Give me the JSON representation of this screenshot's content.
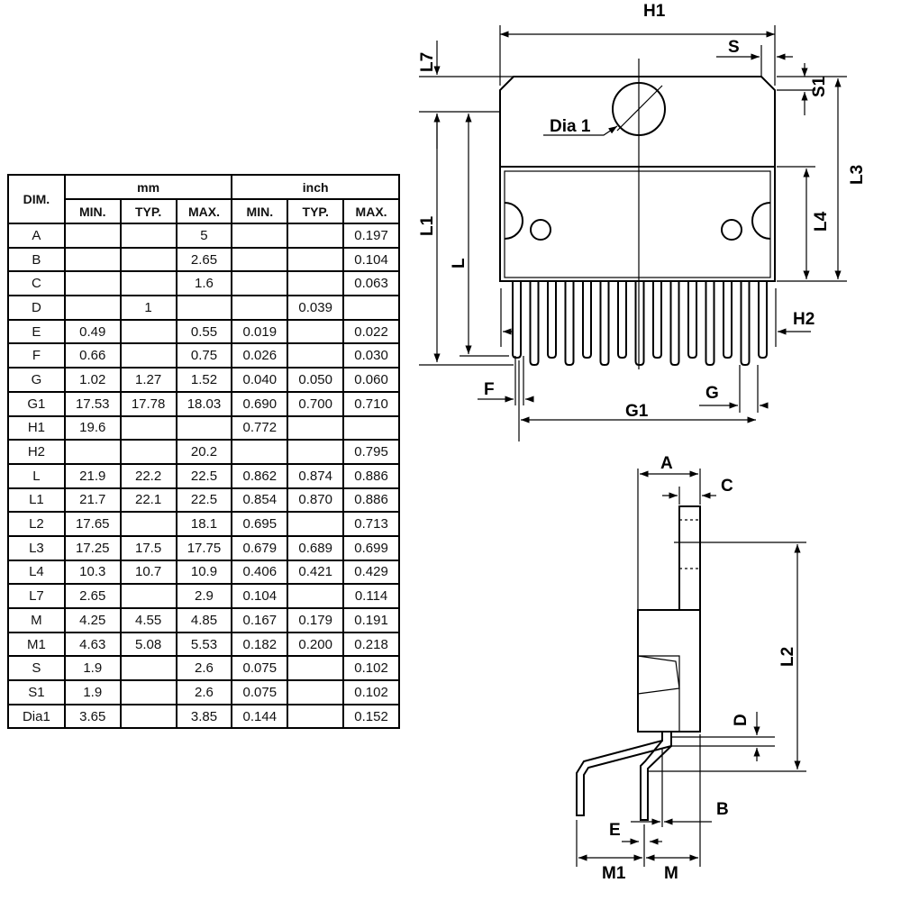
{
  "table": {
    "dim_header": "DIM.",
    "group_headers": [
      "mm",
      "inch"
    ],
    "sub_headers": [
      "MIN.",
      "TYP.",
      "MAX.",
      "MIN.",
      "TYP.",
      "MAX."
    ],
    "rows": [
      [
        "A",
        "",
        "",
        "5",
        "",
        "",
        "0.197"
      ],
      [
        "B",
        "",
        "",
        "2.65",
        "",
        "",
        "0.104"
      ],
      [
        "C",
        "",
        "",
        "1.6",
        "",
        "",
        "0.063"
      ],
      [
        "D",
        "",
        "1",
        "",
        "",
        "0.039",
        ""
      ],
      [
        "E",
        "0.49",
        "",
        "0.55",
        "0.019",
        "",
        "0.022"
      ],
      [
        "F",
        "0.66",
        "",
        "0.75",
        "0.026",
        "",
        "0.030"
      ],
      [
        "G",
        "1.02",
        "1.27",
        "1.52",
        "0.040",
        "0.050",
        "0.060"
      ],
      [
        "G1",
        "17.53",
        "17.78",
        "18.03",
        "0.690",
        "0.700",
        "0.710"
      ],
      [
        "H1",
        "19.6",
        "",
        "",
        "0.772",
        "",
        ""
      ],
      [
        "H2",
        "",
        "",
        "20.2",
        "",
        "",
        "0.795"
      ],
      [
        "L",
        "21.9",
        "22.2",
        "22.5",
        "0.862",
        "0.874",
        "0.886"
      ],
      [
        "L1",
        "21.7",
        "22.1",
        "22.5",
        "0.854",
        "0.870",
        "0.886"
      ],
      [
        "L2",
        "17.65",
        "",
        "18.1",
        "0.695",
        "",
        "0.713"
      ],
      [
        "L3",
        "17.25",
        "17.5",
        "17.75",
        "0.679",
        "0.689",
        "0.699"
      ],
      [
        "L4",
        "10.3",
        "10.7",
        "10.9",
        "0.406",
        "0.421",
        "0.429"
      ],
      [
        "L7",
        "2.65",
        "",
        "2.9",
        "0.104",
        "",
        "0.114"
      ],
      [
        "M",
        "4.25",
        "4.55",
        "4.85",
        "0.167",
        "0.179",
        "0.191"
      ],
      [
        "M1",
        "4.63",
        "5.08",
        "5.53",
        "0.182",
        "0.200",
        "0.218"
      ],
      [
        "S",
        "1.9",
        "",
        "2.6",
        "0.075",
        "",
        "0.102"
      ],
      [
        "S1",
        "1.9",
        "",
        "2.6",
        "0.075",
        "",
        "0.102"
      ],
      [
        "Dia1",
        "3.65",
        "",
        "3.85",
        "0.144",
        "",
        "0.152"
      ]
    ]
  },
  "front_view": {
    "labels": {
      "H1": "H1",
      "S": "S",
      "L7": "L7",
      "S1": "S1",
      "Dia1": "Dia 1",
      "L3": "L3",
      "L1": "L1",
      "L": "L",
      "L4": "L4",
      "H2": "H2",
      "F": "F",
      "G": "G",
      "G1": "G1"
    },
    "pin_count": 15
  },
  "side_view": {
    "labels": {
      "A": "A",
      "C": "C",
      "L2": "L2",
      "D": "D",
      "B": "B",
      "E": "E",
      "M1": "M1",
      "M": "M"
    }
  }
}
